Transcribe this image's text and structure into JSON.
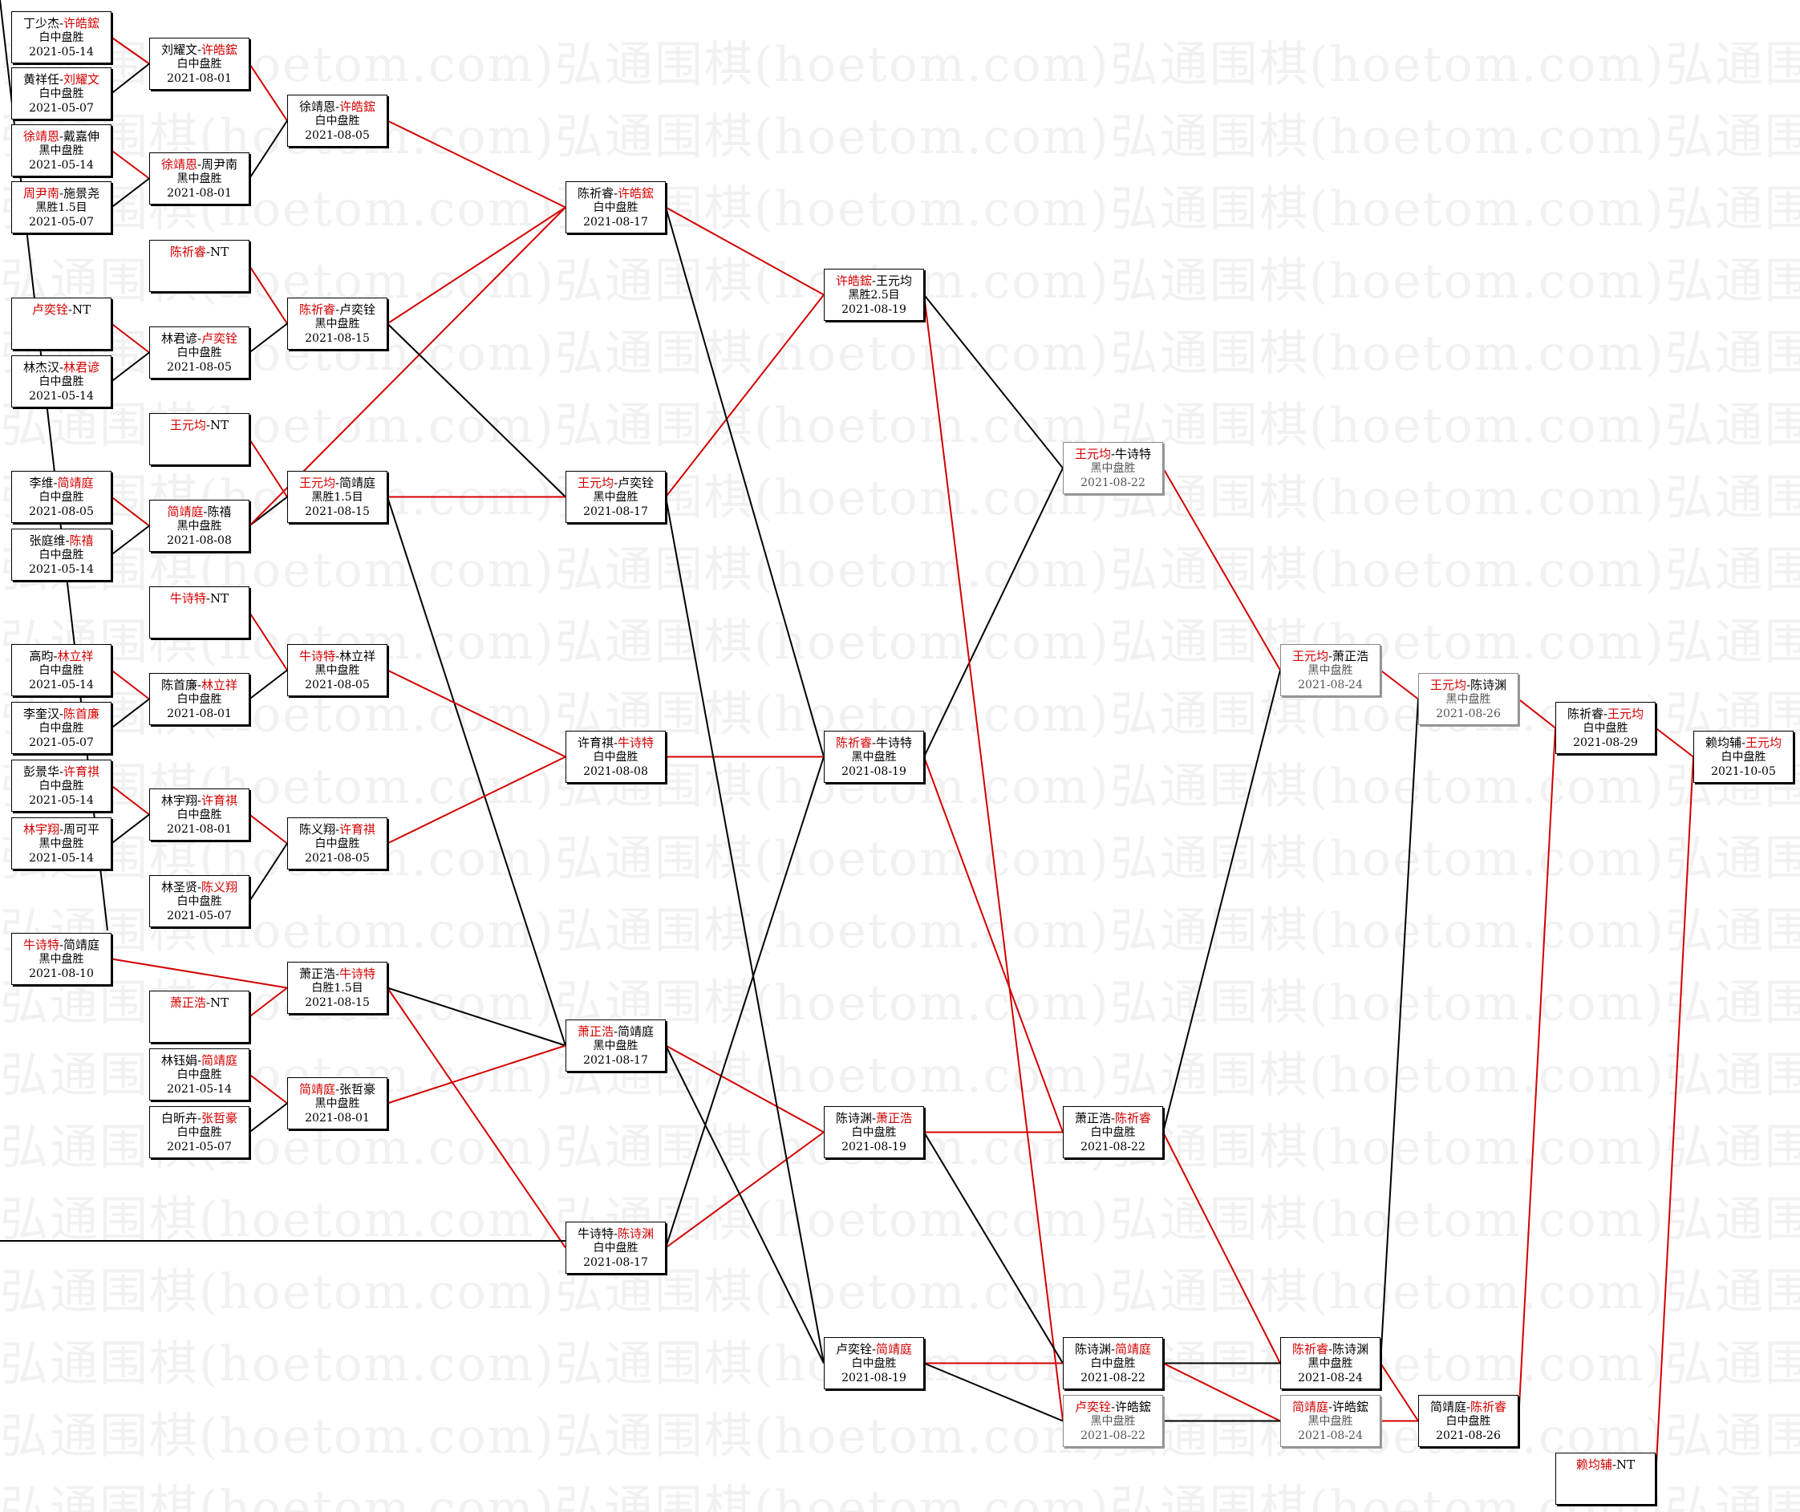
{
  "watermark": "弘通围棋(hoetom.com)",
  "colors": {
    "win": "#d40000",
    "normal": "#000000"
  },
  "boxes": [
    {
      "id": "c0_1",
      "p1": "丁少杰",
      "p2": "许皓鋐",
      "w": 2,
      "res": "白中盘胜",
      "date": "2021-05-14"
    },
    {
      "id": "c0_2",
      "p1": "黄祥任",
      "p2": "刘耀文",
      "w": 2,
      "res": "白中盘胜",
      "date": "2021-05-07"
    },
    {
      "id": "c0_3",
      "p1": "徐靖恩",
      "p2": "戴嘉伸",
      "w": 1,
      "res": "黑中盘胜",
      "date": "2021-05-14"
    },
    {
      "id": "c0_4",
      "p1": "周尹南",
      "p2": "施景尧",
      "w": 1,
      "res": "黑胜1.5目",
      "date": "2021-05-07"
    },
    {
      "id": "c0_5",
      "p1": "卢奕铨",
      "p2": "NT",
      "w": 1,
      "res": "",
      "date": ""
    },
    {
      "id": "c0_6",
      "p1": "林杰汉",
      "p2": "林君谚",
      "w": 2,
      "res": "白中盘胜",
      "date": "2021-05-14"
    },
    {
      "id": "c0_7",
      "p1": "李维",
      "p2": "简靖庭",
      "w": 2,
      "res": "白中盘胜",
      "date": "2021-08-05"
    },
    {
      "id": "c0_8",
      "p1": "张庭维",
      "p2": "陈禧",
      "w": 2,
      "res": "白中盘胜",
      "date": "2021-05-14"
    },
    {
      "id": "c0_9",
      "p1": "高昀",
      "p2": "林立祥",
      "w": 2,
      "res": "白中盘胜",
      "date": "2021-05-14"
    },
    {
      "id": "c0_10",
      "p1": "李奎汉",
      "p2": "陈首廉",
      "w": 2,
      "res": "白中盘胜",
      "date": "2021-05-07"
    },
    {
      "id": "c0_11",
      "p1": "彭景华",
      "p2": "许育祺",
      "w": 2,
      "res": "白中盘胜",
      "date": "2021-05-14"
    },
    {
      "id": "c0_12",
      "p1": "林宇翔",
      "p2": "周可平",
      "w": 1,
      "res": "黑中盘胜",
      "date": "2021-05-14"
    },
    {
      "id": "c0_13",
      "p1": "牛诗特",
      "p2": "简靖庭",
      "w": 1,
      "res": "黑中盘胜",
      "date": "2021-08-10"
    },
    {
      "id": "c1_1",
      "p1": "刘耀文",
      "p2": "许皓鋐",
      "w": 2,
      "res": "白中盘胜",
      "date": "2021-08-01"
    },
    {
      "id": "c1_2",
      "p1": "徐靖恩",
      "p2": "周尹南",
      "w": 1,
      "res": "黑中盘胜",
      "date": "2021-08-01"
    },
    {
      "id": "c1_3",
      "p1": "陈祈睿",
      "p2": "NT",
      "w": 1,
      "res": "",
      "date": ""
    },
    {
      "id": "c1_4",
      "p1": "林君谚",
      "p2": "卢奕铨",
      "w": 2,
      "res": "白中盘胜",
      "date": "2021-08-05"
    },
    {
      "id": "c1_5",
      "p1": "王元均",
      "p2": "NT",
      "w": 1,
      "res": "",
      "date": ""
    },
    {
      "id": "c1_6",
      "p1": "简靖庭",
      "p2": "陈禧",
      "w": 1,
      "res": "黑中盘胜",
      "date": "2021-08-08"
    },
    {
      "id": "c1_7",
      "p1": "牛诗特",
      "p2": "NT",
      "w": 1,
      "res": "",
      "date": ""
    },
    {
      "id": "c1_8",
      "p1": "陈首廉",
      "p2": "林立祥",
      "w": 2,
      "res": "白中盘胜",
      "date": "2021-08-01"
    },
    {
      "id": "c1_9",
      "p1": "林宇翔",
      "p2": "许育祺",
      "w": 2,
      "res": "白中盘胜",
      "date": "2021-08-01"
    },
    {
      "id": "c1_10",
      "p1": "林圣贤",
      "p2": "陈义翔",
      "w": 2,
      "res": "白中盘胜",
      "date": "2021-05-07"
    },
    {
      "id": "c1_11",
      "p1": "萧正浩",
      "p2": "NT",
      "w": 1,
      "res": "",
      "date": ""
    },
    {
      "id": "c1_12",
      "p1": "林钰娟",
      "p2": "简靖庭",
      "w": 2,
      "res": "白中盘胜",
      "date": "2021-05-14"
    },
    {
      "id": "c1_13",
      "p1": "白昕卉",
      "p2": "张哲豪",
      "w": 2,
      "res": "白中盘胜",
      "date": "2021-05-07"
    },
    {
      "id": "c2_1",
      "p1": "徐靖恩",
      "p2": "许皓鋐",
      "w": 2,
      "res": "白中盘胜",
      "date": "2021-08-05"
    },
    {
      "id": "c2_2",
      "p1": "陈祈睿",
      "p2": "卢奕铨",
      "w": 1,
      "res": "黑中盘胜",
      "date": "2021-08-15"
    },
    {
      "id": "c2_3",
      "p1": "王元均",
      "p2": "简靖庭",
      "w": 1,
      "res": "黑胜1.5目",
      "date": "2021-08-15"
    },
    {
      "id": "c2_4",
      "p1": "牛诗特",
      "p2": "林立祥",
      "w": 1,
      "res": "黑中盘胜",
      "date": "2021-08-05"
    },
    {
      "id": "c2_5",
      "p1": "陈义翔",
      "p2": "许育祺",
      "w": 2,
      "res": "白中盘胜",
      "date": "2021-08-05"
    },
    {
      "id": "c2_6",
      "p1": "萧正浩",
      "p2": "牛诗特",
      "w": 2,
      "res": "白胜1.5目",
      "date": "2021-08-15"
    },
    {
      "id": "c2_7",
      "p1": "简靖庭",
      "p2": "张哲豪",
      "w": 1,
      "res": "黑中盘胜",
      "date": "2021-08-01"
    },
    {
      "id": "c3_1",
      "p1": "陈祈睿",
      "p2": "许皓鋐",
      "w": 2,
      "res": "白中盘胜",
      "date": "2021-08-17"
    },
    {
      "id": "c3_2",
      "p1": "王元均",
      "p2": "卢奕铨",
      "w": 1,
      "res": "黑中盘胜",
      "date": "2021-08-17"
    },
    {
      "id": "c3_3",
      "p1": "许育祺",
      "p2": "牛诗特",
      "w": 2,
      "res": "白中盘胜",
      "date": "2021-08-08"
    },
    {
      "id": "c3_4",
      "p1": "萧正浩",
      "p2": "简靖庭",
      "w": 1,
      "res": "黑中盘胜",
      "date": "2021-08-17"
    },
    {
      "id": "c3_5",
      "p1": "牛诗特",
      "p2": "陈诗渊",
      "w": 2,
      "res": "白中盘胜",
      "date": "2021-08-17"
    },
    {
      "id": "c4_1",
      "p1": "许皓鋐",
      "p2": "王元均",
      "w": 1,
      "res": "黑胜2.5目",
      "date": "2021-08-19"
    },
    {
      "id": "c4_2",
      "p1": "陈祈睿",
      "p2": "牛诗特",
      "w": 1,
      "res": "黑中盘胜",
      "date": "2021-08-19"
    },
    {
      "id": "c4_3",
      "p1": "陈诗渊",
      "p2": "萧正浩",
      "w": 2,
      "res": "白中盘胜",
      "date": "2021-08-19"
    },
    {
      "id": "c4_4",
      "p1": "卢奕铨",
      "p2": "简靖庭",
      "w": 2,
      "res": "白中盘胜",
      "date": "2021-08-19"
    },
    {
      "id": "c5_1",
      "p1": "王元均",
      "p2": "牛诗特",
      "w": 1,
      "res": "黑中盘胜",
      "date": "2021-08-22",
      "light": true
    },
    {
      "id": "c5_2",
      "p1": "萧正浩",
      "p2": "陈祈睿",
      "w": 2,
      "res": "白中盘胜",
      "date": "2021-08-22"
    },
    {
      "id": "c5_3",
      "p1": "陈诗渊",
      "p2": "简靖庭",
      "w": 2,
      "res": "白中盘胜",
      "date": "2021-08-22"
    },
    {
      "id": "c5_4",
      "p1": "卢奕铨",
      "p2": "许皓鋐",
      "w": 1,
      "res": "黑中盘胜",
      "date": "2021-08-22",
      "light": true
    },
    {
      "id": "c6_1",
      "p1": "王元均",
      "p2": "萧正浩",
      "w": 1,
      "res": "黑中盘胜",
      "date": "2021-08-24",
      "light": true
    },
    {
      "id": "c6_2",
      "p1": "陈祈睿",
      "p2": "陈诗渊",
      "w": 1,
      "res": "黑中盘胜",
      "date": "2021-08-24"
    },
    {
      "id": "c6_3",
      "p1": "简靖庭",
      "p2": "许皓鋐",
      "w": 1,
      "res": "黑中盘胜",
      "date": "2021-08-24",
      "light": true
    },
    {
      "id": "c7_1",
      "p1": "王元均",
      "p2": "陈诗渊",
      "w": 1,
      "res": "黑中盘胜",
      "date": "2021-08-26",
      "light": true
    },
    {
      "id": "c7_2",
      "p1": "简靖庭",
      "p2": "陈祈睿",
      "w": 2,
      "res": "白中盘胜",
      "date": "2021-08-26"
    },
    {
      "id": "c8_1",
      "p1": "陈祈睿",
      "p2": "王元均",
      "w": 2,
      "res": "白中盘胜",
      "date": "2021-08-29"
    },
    {
      "id": "c8_2",
      "p1": "赖均辅",
      "p2": "NT",
      "w": 1,
      "res": "",
      "date": ""
    },
    {
      "id": "c9_1",
      "p1": "赖均辅",
      "p2": "王元均",
      "w": 2,
      "res": "白中盘胜",
      "date": "2021-10-05"
    }
  ]
}
